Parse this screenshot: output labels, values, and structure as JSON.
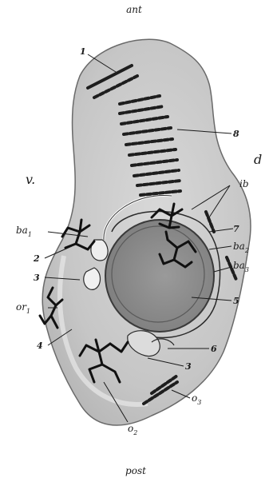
{
  "orientation": {
    "top": "ant",
    "bottom": "post",
    "ventral": "v.",
    "dorsal": "d"
  },
  "labels": {
    "n1": "1",
    "n2": "2",
    "n3a": "3",
    "n3b": "3",
    "n4": "4",
    "n5": "5",
    "n6": "6",
    "n7": "7",
    "n8": "8",
    "ib": "ib",
    "ba1": {
      "base": "ba",
      "sub": "1"
    },
    "ba2": {
      "base": "ba",
      "sub": "2"
    },
    "ba3": {
      "base": "ba",
      "sub": "3"
    },
    "or1": {
      "base": "or",
      "sub": "1"
    },
    "o2": {
      "base": "o",
      "sub": "2"
    },
    "o3": {
      "base": "o",
      "sub": "3"
    }
  },
  "colors": {
    "body": "#cfcfcf",
    "body_dark": "#a9a9a9",
    "yolk": "#8f8f8f",
    "ink": "#1a1a1a"
  }
}
